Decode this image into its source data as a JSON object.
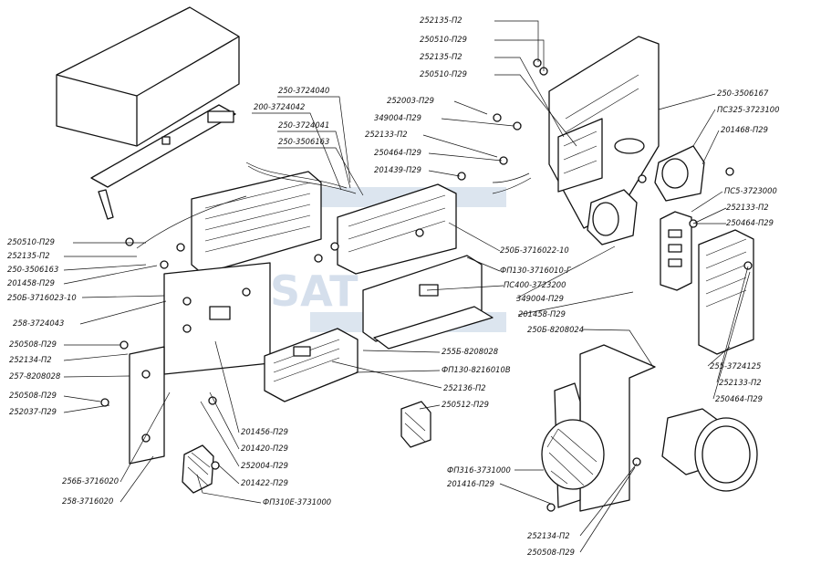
{
  "watermark": "SAT",
  "labels_left": [
    "250-3724040",
    "200-3724042",
    "250-3724041",
    "250-3506163",
    "250510-П29",
    "252135-П2",
    "250-3506163",
    "201458-П29",
    "250Б-3716023-10",
    "258-3724043",
    "250508-П29",
    "252134-П2",
    "257-8208028",
    "250508-П29",
    "252037-П29"
  ],
  "labels_center": [
    "252003-П29",
    "349004-П29",
    "252133-П2",
    "250464-П29",
    "201439-П29",
    "250Б-3716022-10",
    "ФП130-3716010-Г",
    "ПС400-3723200",
    "349004-П29",
    "201458-П29",
    "255Б-8208028",
    "ФП130-8216010В",
    "252136-П2",
    "250512-П29"
  ],
  "labels_bottom": [
    "256Б-3716020",
    "258-3716020",
    "201456-П29",
    "201420-П29",
    "252004-П29",
    "201422-П29",
    "ФП310Е-3731000"
  ],
  "labels_right": [
    "252135-П2",
    "250510-П29",
    "252135-П2",
    "250510-П29",
    "250-3506167",
    "ПС325-3723100",
    "201468-П29",
    "ПС5-3723000",
    "252133-П2",
    "250464-П29",
    "255-3724125",
    "252133-П2",
    "250464-П29",
    "250Б-8208024",
    "ФП316-3731000",
    "201416-П29",
    "252134-П2",
    "250508-П29"
  ]
}
